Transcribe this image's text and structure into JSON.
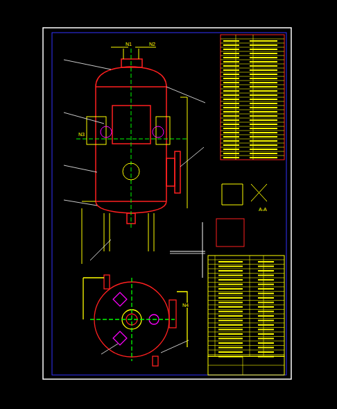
{
  "diagram": {
    "labels": [
      "N1",
      "N2",
      "N3",
      "N4",
      "A-A"
    ]
  }
}
